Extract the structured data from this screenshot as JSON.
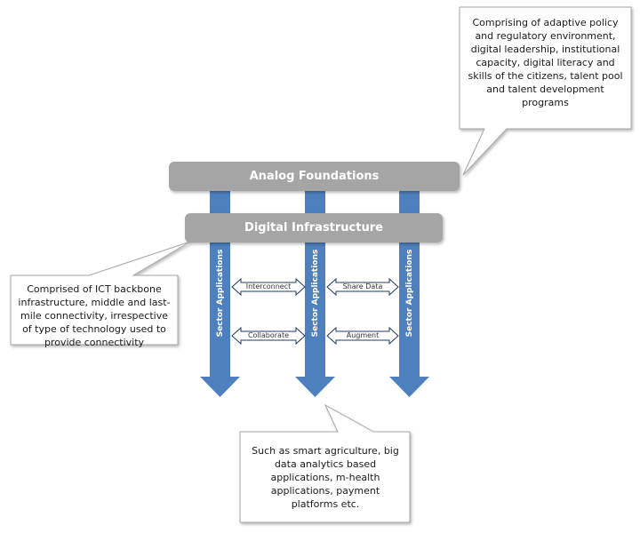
{
  "callouts": {
    "analog": "Comprising of adaptive policy and regulatory environment, digital leadership, institutional capacity, digital literacy and skills of the citizens, talent pool and talent development programs",
    "digital": "Comprised of ICT backbone infrastructure, middle and last-mile connectivity, irrespective of type of technology used to provide connectivity",
    "sector": "Such as smart agriculture, big data analytics based applications, m-health applications, payment platforms etc."
  },
  "bars": {
    "analog": "Analog Foundations",
    "digital": "Digital Infrastructure"
  },
  "columns": [
    {
      "label": "Sector Applications"
    },
    {
      "label": "Sector Applications"
    },
    {
      "label": "Sector Applications"
    }
  ],
  "connectors": [
    {
      "label": "Interconnect"
    },
    {
      "label": "Share Data"
    },
    {
      "label": "Collaborate"
    },
    {
      "label": "Augment"
    }
  ],
  "colors": {
    "column": "#4e80bd",
    "bar": "#a5a5a5",
    "callout_border": "#a6a6a6"
  }
}
